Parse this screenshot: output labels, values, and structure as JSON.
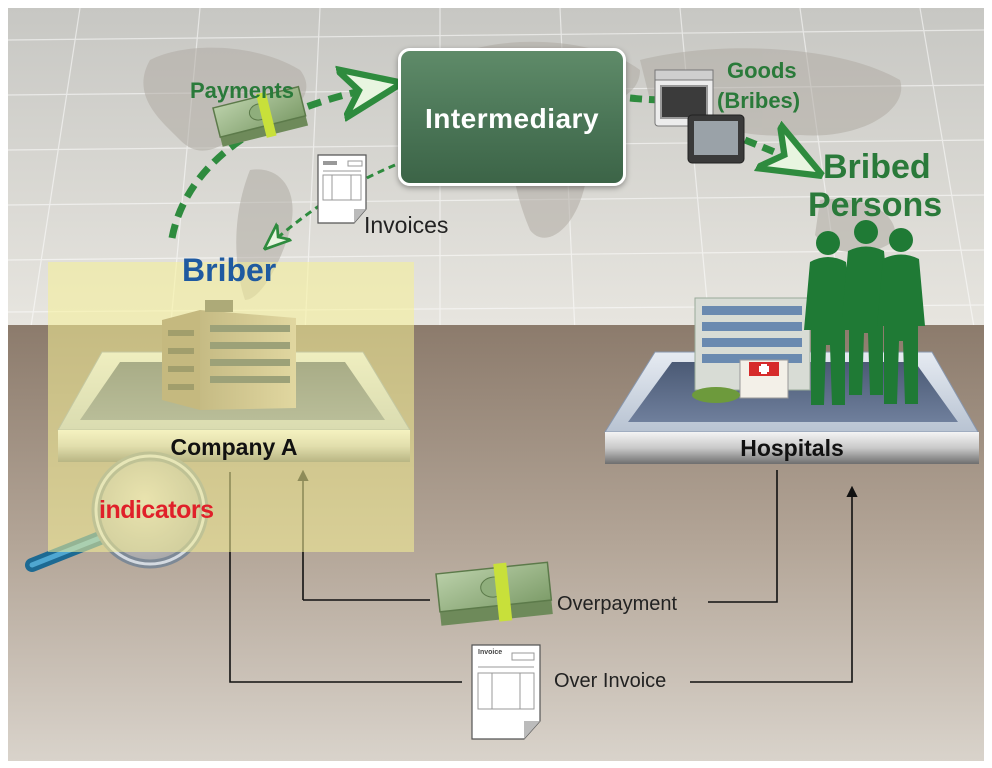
{
  "labels": {
    "payments": "Payments",
    "intermediary": "Intermediary",
    "goods": "Goods",
    "bribes": "(Bribes)",
    "bribed_line1": "Bribed",
    "bribed_line2": "Persons",
    "invoices": "Invoices",
    "briber": "Briber",
    "company_a": "Company A",
    "hospitals": "Hospitals",
    "indicators": "indicators",
    "overpayment": "Overpayment",
    "over_invoice": "Over Invoice",
    "invoice_doc": "Invoice"
  },
  "colors": {
    "flow_green": "#2e8b3e",
    "label_green": "#2a7a3a",
    "briber_blue": "#1f5aa0",
    "indicator_red": "#e0202a",
    "person_green": "#1f7a35",
    "ground": "#a08f7f"
  },
  "icons": [
    "money-stack-icon",
    "invoice-icon",
    "stove-icon",
    "tv-icon",
    "office-building-icon",
    "hospital-icon",
    "magnifier-icon",
    "person-silhouette-icon"
  ]
}
